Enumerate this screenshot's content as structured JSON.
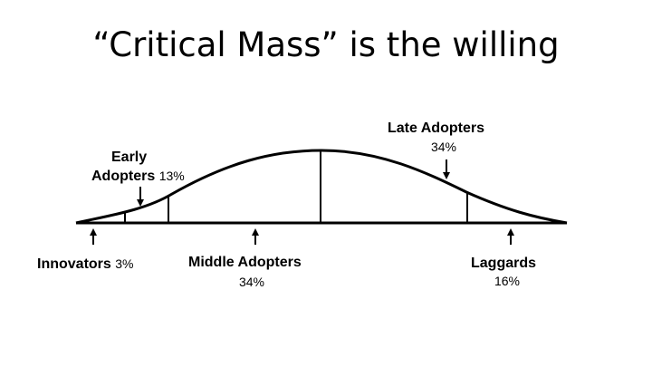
{
  "title": "“Critical Mass” is the willing",
  "segments": {
    "innovators": {
      "name": "Innovators",
      "percent": "3%"
    },
    "early_adopters": {
      "name_line1": "Early",
      "name_line2": "Adopters",
      "percent": "13%"
    },
    "middle_adopters": {
      "name": "Middle Adopters",
      "percent": "34%"
    },
    "late_adopters": {
      "name": "Late Adopters",
      "percent": "34%"
    },
    "laggards": {
      "name": "Laggards",
      "percent": "16%"
    }
  }
}
